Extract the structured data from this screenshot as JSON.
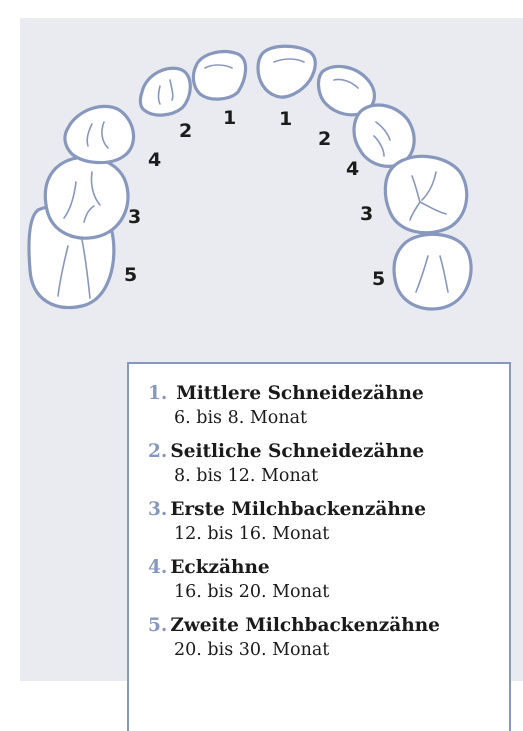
{
  "colors": {
    "accent": "#8897bd",
    "panel": "#e9ebf1",
    "text": "#1a1a1a"
  },
  "diagram": {
    "left_labels": [
      "5",
      "3",
      "4",
      "2",
      "1"
    ],
    "right_labels": [
      "1",
      "2",
      "4",
      "3",
      "5"
    ]
  },
  "legend": {
    "items": [
      {
        "num": "1.",
        "title": "Mittlere Schneidezähne",
        "period": "6. bis 8. Monat"
      },
      {
        "num": "2.",
        "title": "Seitliche Schneidezähne",
        "period": "8. bis 12. Monat"
      },
      {
        "num": "3.",
        "title": "Erste Milchbackenzähne",
        "period": "12. bis 16. Monat"
      },
      {
        "num": "4.",
        "title": "Eckzähne",
        "period": "16. bis 20. Monat"
      },
      {
        "num": "5.",
        "title": "Zweite Milchbackenzähne",
        "period": "20. bis 30. Monat"
      }
    ]
  }
}
